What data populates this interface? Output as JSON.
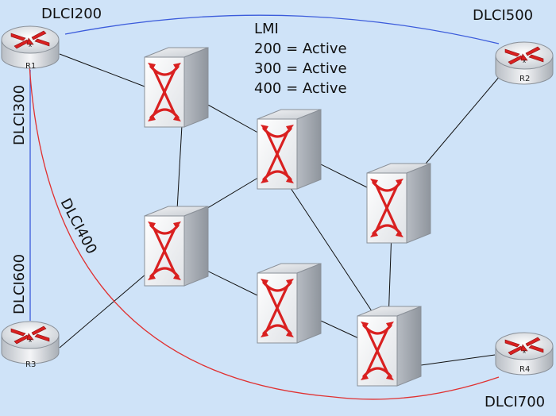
{
  "lmi": {
    "title": "LMI",
    "lines": [
      "200 = Active",
      "300 = Active",
      "400 = Active"
    ]
  },
  "dlci_labels": {
    "dlci200": "DLCI200",
    "dlci300": "DLCI300",
    "dlci400": "DLCI400",
    "dlci500": "DLCI500",
    "dlci600": "DLCI600",
    "dlci700": "DLCI700"
  },
  "routers": {
    "r1": "R1",
    "r2": "R2",
    "r3": "R3",
    "r4": "R4"
  },
  "colors": {
    "background": "#cfe3f8",
    "pvc_blue": "#3b5bdb",
    "pvc_red": "#e03131",
    "link": "#111111",
    "arrow_red": "#d92020"
  },
  "icons": {
    "router": "router-icon",
    "switch": "frame-relay-switch-icon"
  }
}
